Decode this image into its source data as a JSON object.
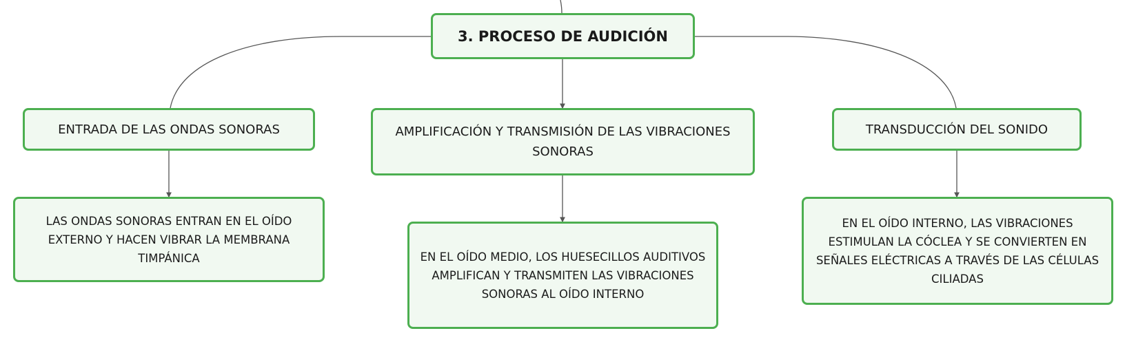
{
  "diagram": {
    "root": {
      "label": "3. PROCESO DE AUDICIÓN"
    },
    "branches": [
      {
        "label": "ENTRADA DE LAS ONDAS SONORAS",
        "detail": "LAS ONDAS SONORAS ENTRAN EN EL OÍDO EXTERNO Y HACEN VIBRAR LA MEMBRANA TIMPÁNICA"
      },
      {
        "label": "AMPLIFICACIÓN Y TRANSMISIÓN DE LAS VIBRACIONES SONORAS",
        "detail": "EN EL OÍDO MEDIO, LOS HUESECILLOS AUDITIVOS AMPLIFICAN Y TRANSMITEN LAS VIBRACIONES SONORAS AL OÍDO INTERNO"
      },
      {
        "label": "TRANSDUCCIÓN DEL SONIDO",
        "detail": "EN EL OÍDO INTERNO, LAS VIBRACIONES ESTIMULAN LA CÓCLEA Y SE CONVIERTEN EN SEÑALES ELÉCTRICAS A TRAVÉS DE LAS CÉLULAS CILIADAS"
      }
    ]
  },
  "colors": {
    "node_border": "#4caf50",
    "node_fill": "#f1f9f1",
    "connector": "#555555"
  }
}
